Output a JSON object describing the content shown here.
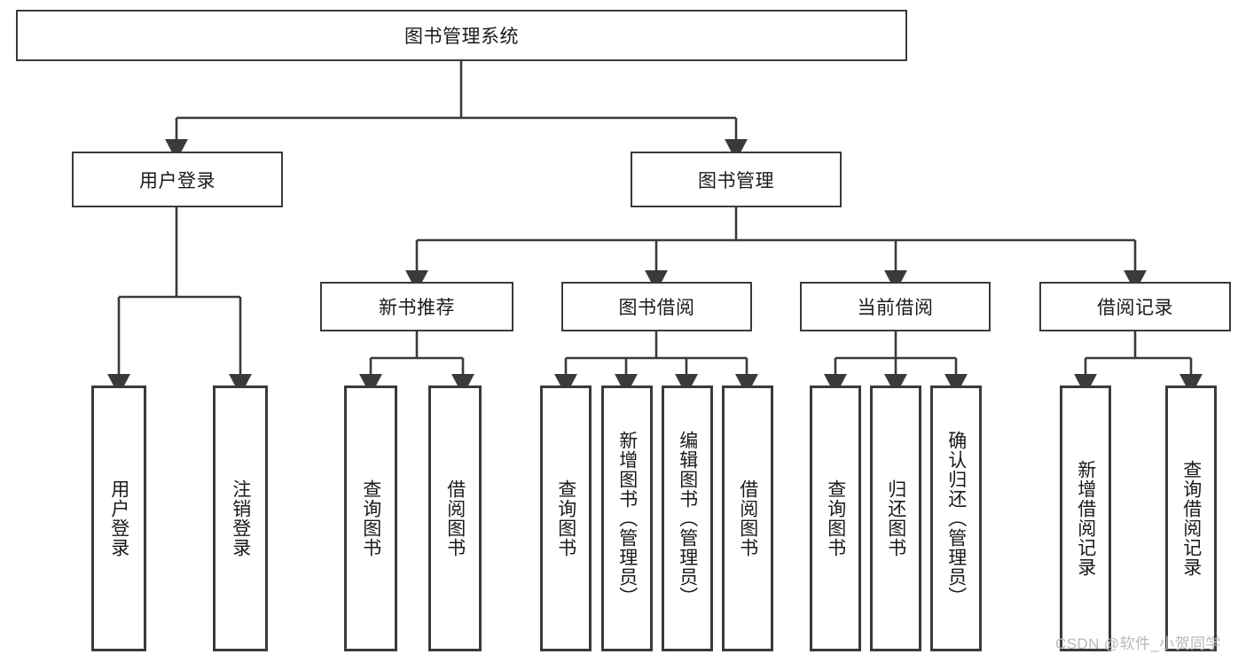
{
  "diagram": {
    "title": "图书管理系统",
    "type": "hierarchy-tree",
    "watermark": "CSDN @软件_小贺同学",
    "colors": {
      "box_border": "#3a3a3a",
      "box_fill": "#ffffff",
      "connector": "#3a3a3a",
      "text": "#1a1a1a",
      "watermark": "#b9b9b9"
    },
    "root": {
      "label": "图书管理系统"
    },
    "level2": [
      {
        "label": "用户登录"
      },
      {
        "label": "图书管理"
      }
    ],
    "level3": [
      {
        "label": "新书推荐"
      },
      {
        "label": "图书借阅"
      },
      {
        "label": "当前借阅"
      },
      {
        "label": "借阅记录"
      }
    ],
    "leaves": {
      "user_login": [
        {
          "label": "用户登录"
        },
        {
          "label": "注销登录"
        }
      ],
      "new_book_recommend": [
        {
          "label": "查询图书"
        },
        {
          "label": "借阅图书"
        }
      ],
      "book_borrow": [
        {
          "label": "查询图书"
        },
        {
          "label": "新增图书（管理员）"
        },
        {
          "label": "编辑图书（管理员）"
        },
        {
          "label": "借阅图书"
        }
      ],
      "current_borrow": [
        {
          "label": "查询图书"
        },
        {
          "label": "归还图书"
        },
        {
          "label": "确认归还（管理员）"
        }
      ],
      "borrow_record": [
        {
          "label": "新增借阅记录"
        },
        {
          "label": "查询借阅记录"
        }
      ]
    }
  }
}
